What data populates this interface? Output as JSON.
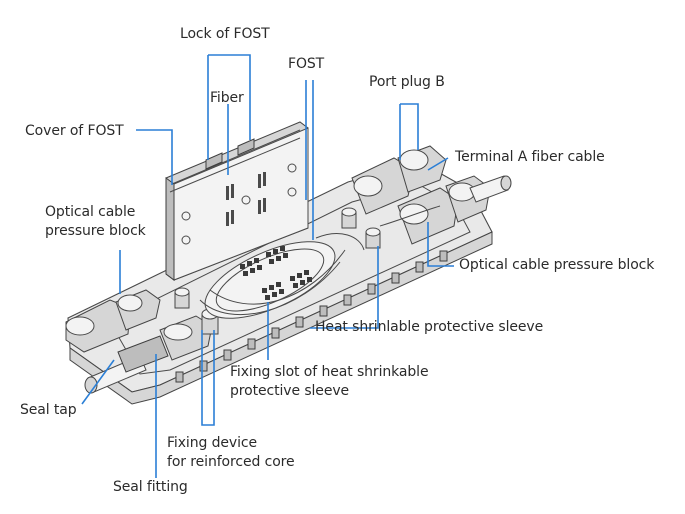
{
  "labels": {
    "lock_of_fost": "Lock of FOST",
    "fost": "FOST",
    "fiber": "Fiber",
    "port_plug_b": "Port plug B",
    "cover_of_fost": "Cover of FOST",
    "terminal_a_fiber_cable": "Terminal A fiber cable",
    "optical_cable_pressure_block_left": "Optical cable\npressure block",
    "optical_cable_pressure_block_right": "Optical cable pressure block",
    "heat_shrinkable_protective_sleeve": "Heat shrinlable protective sleeve",
    "fixing_slot": "Fixing slot of heat shrinkable\nprotective sleeve",
    "seal_tap": "Seal tap",
    "fixing_device": "Fixing device\nfor reinforced core",
    "seal_fitting": "Seal fitting"
  },
  "colors": {
    "leader_line": "#2b7fd6",
    "label_text": "#2b2b2b",
    "outline": "#4a4a4a"
  }
}
